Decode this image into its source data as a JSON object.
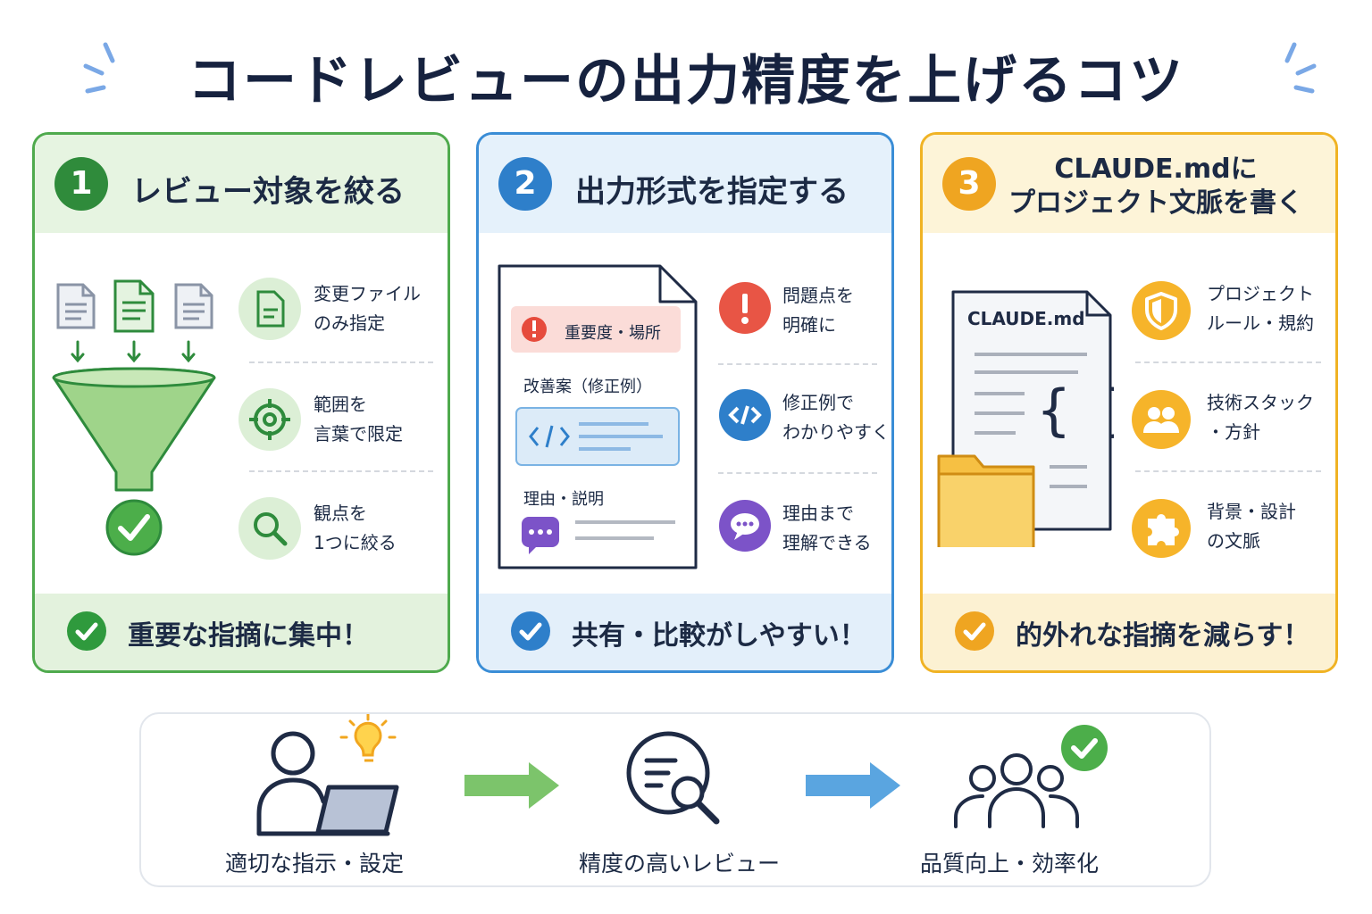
{
  "header": {
    "title": "コードレビューの出力精度を上げるコツ",
    "sparkle_icon": "sparkle-lines-icon"
  },
  "cards": [
    {
      "number": "1",
      "title": "レビュー対象を絞る",
      "accent": "#4faa4d",
      "illustration": "funnel-with-files-icon",
      "features": [
        {
          "line1": "変更ファイル",
          "line2": "のみ指定",
          "icon": "document-icon"
        },
        {
          "line1": "範囲を",
          "line2": "言葉で限定",
          "icon": "target-icon"
        },
        {
          "line1": "観点を",
          "line2": "1つに絞る",
          "icon": "search-icon"
        }
      ],
      "footer": "重要な指摘に集中！"
    },
    {
      "number": "2",
      "title": "出力形式を指定する",
      "accent": "#3a8dd6",
      "illustration": {
        "severity_label": "重要度・場所",
        "fix_label": "改善案（修正例）",
        "reason_label": "理由・説明"
      },
      "features": [
        {
          "line1": "問題点を",
          "line2": "明確に",
          "icon": "exclamation-icon"
        },
        {
          "line1": "修正例で",
          "line2": "わかりやすく",
          "icon": "code-icon"
        },
        {
          "line1": "理由まで",
          "line2": "理解できる",
          "icon": "chat-bubble-icon"
        }
      ],
      "footer": "共有・比較がしやすい！"
    },
    {
      "number": "3",
      "title_line1": "CLAUDE.mdに",
      "title_line2": "プロジェクト文脈を書く",
      "accent": "#f0b324",
      "illustration": {
        "doc_label": "CLAUDE.md"
      },
      "features": [
        {
          "line1": "プロジェクト",
          "line2": "ルール・規約",
          "icon": "shield-icon"
        },
        {
          "line1": "技術スタック",
          "line2": "・方針",
          "icon": "users-icon"
        },
        {
          "line1": "背景・設計",
          "line2": "の文脈",
          "icon": "puzzle-icon"
        }
      ],
      "footer": "的外れな指摘を減らす！"
    }
  ],
  "flow": {
    "steps": [
      {
        "label": "適切な指示・設定",
        "icon": "person-laptop-bulb-icon"
      },
      {
        "label": "精度の高いレビュー",
        "icon": "document-magnifier-icon"
      },
      {
        "label": "品質向上・効率化",
        "icon": "team-check-icon"
      }
    ],
    "arrow_colors": [
      "#7cc46b",
      "#5aa5e0"
    ]
  }
}
